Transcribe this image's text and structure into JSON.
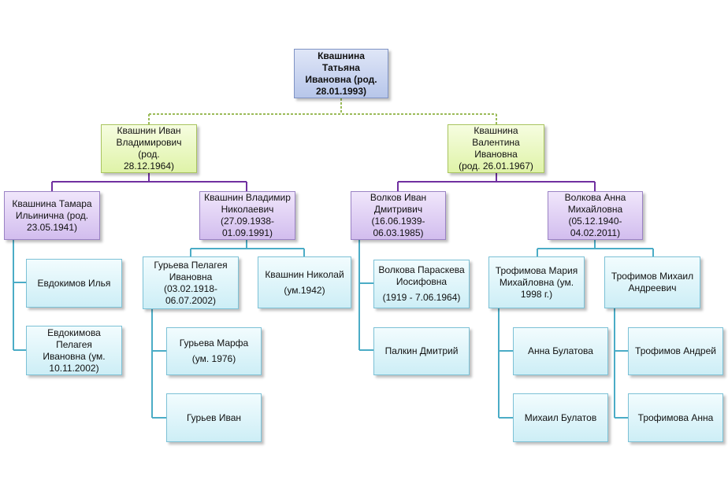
{
  "nodes": {
    "root": [
      "Квашнина Татьяна",
      "Ивановна (род.",
      "28.01.1993)"
    ],
    "father": [
      "Квашнин Иван",
      "Владимирович (род.",
      "28.12.1964)"
    ],
    "mother": [
      "Квашнина",
      "Валентина Ивановна",
      "(род. 26.01.1967)"
    ],
    "ff_mother": [
      "Квашнина Тамара",
      "Ильинична (род.",
      "23.05.1941)"
    ],
    "ff_father": [
      "Квашнин Владимир",
      "Николаевич",
      "(27.09.1938-",
      "01.09.1991)"
    ],
    "mm_father": [
      "Волков Иван",
      "Дмитривич",
      "(16.06.1939-",
      "06.03.1985)"
    ],
    "mm_mother": [
      "Волкова Анна",
      "Михайловна",
      "(05.12.1940-",
      "04.02.2011)"
    ],
    "evdokimov_ilya": [
      "Евдокимов Илья"
    ],
    "evdokimova_pelageya": [
      "Евдокимова Пелагея",
      "Ивановна (ум.",
      "10.11.2002)"
    ],
    "guryeva_pelageya": [
      "Гурьева Пелагея",
      "Ивановна",
      "(03.02.1918-",
      "06.07.2002)"
    ],
    "kvashnin_nikolay": [
      "Квашнин Николай",
      "(ум.1942)"
    ],
    "guryeva_marfa": [
      "Гурьева Марфа",
      "(ум. 1976)"
    ],
    "guryev_ivan": [
      "Гурьев Иван"
    ],
    "volkova_paraskeva": [
      "Волкова Параскева",
      "Иосифовна",
      "(1919 -  7.06.1964)"
    ],
    "palkin_dmitriy": [
      "Палкин Дмитрий"
    ],
    "trofimova_mariya": [
      "Трофимова Мария",
      "Михайловна  (ум.",
      "1998 г.)"
    ],
    "trofimov_mikhail": [
      "Трофимов Михаил",
      "Андреевич"
    ],
    "anna_bulatova": [
      "Анна Булатова"
    ],
    "mikhail_bulatov": [
      "Михаил  Булатов"
    ],
    "trofimov_andrey": [
      "Трофимов Андрей"
    ],
    "trofimova_anna": [
      "Трофимова Анна"
    ]
  },
  "colors": {
    "green_connector": "#9bbb59",
    "purple_connector": "#7030a0",
    "blue_connector": "#4bacc6"
  }
}
